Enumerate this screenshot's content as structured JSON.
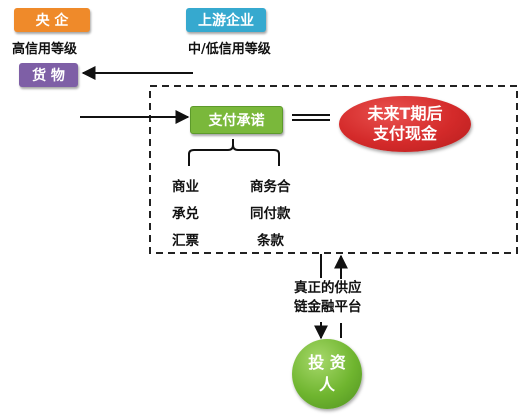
{
  "central_enterprise": {
    "label": "央 企",
    "subtitle": "高信用等级",
    "color": "#ef8a2a"
  },
  "upstream": {
    "label": "上游企业",
    "subtitle": "中/低信用等级",
    "color": "#36a9cf"
  },
  "goods": {
    "label": "货 物",
    "color": "#7e5fa6"
  },
  "payment_commitment": {
    "label": "支付承诺",
    "color": "#7ab83b"
  },
  "future_cash": {
    "line1": "未来T期后",
    "line2": "支付现金",
    "color": "#d42a2a"
  },
  "instruments": {
    "left": [
      "商业",
      "承兑",
      "汇票"
    ],
    "right": [
      "商务合",
      "同付款",
      "条款"
    ]
  },
  "platform": {
    "line1": "真正的供应",
    "line2": "链金融平台"
  },
  "investor": {
    "line1": "投 资",
    "line2": "人",
    "color": "#6fb52f"
  }
}
